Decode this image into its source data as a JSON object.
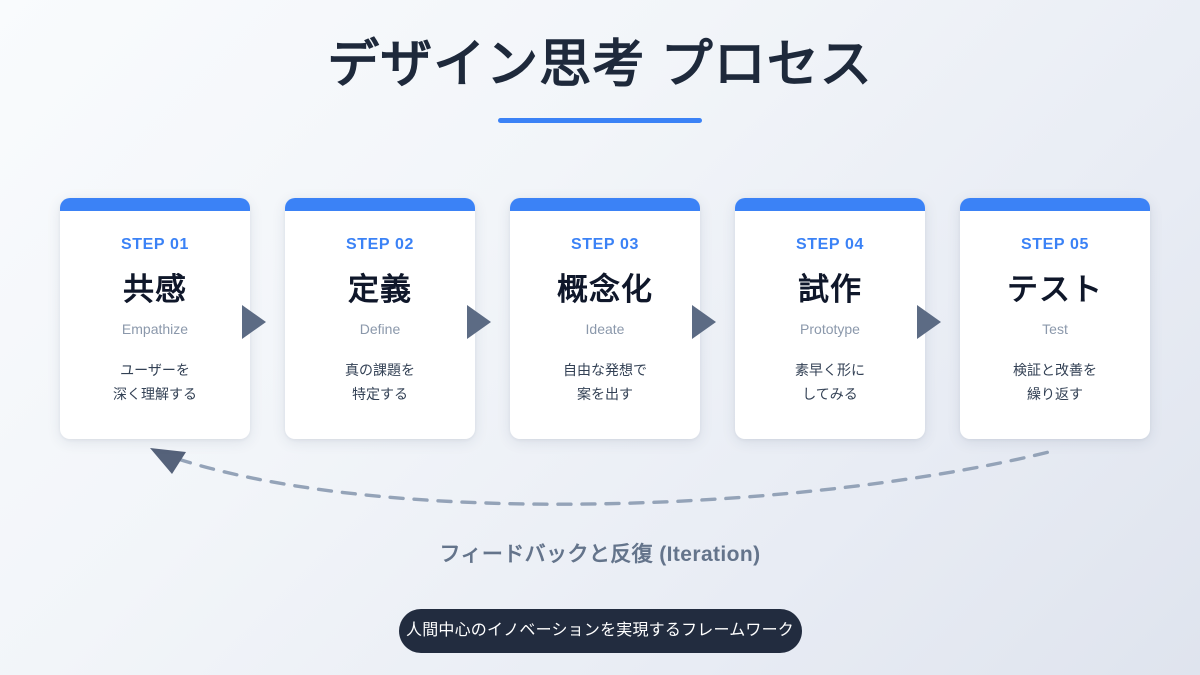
{
  "header": {
    "title": "デザイン思考 プロセス",
    "accent_color": "#3b82f6",
    "title_color": "#1e293b"
  },
  "steps": [
    {
      "step_label": "STEP 01",
      "title_ja": "共感",
      "title_en": "Empathize",
      "description": "ユーザーを\n深く理解する"
    },
    {
      "step_label": "STEP 02",
      "title_ja": "定義",
      "title_en": "Define",
      "description": "真の課題を\n特定する"
    },
    {
      "step_label": "STEP 03",
      "title_ja": "概念化",
      "title_en": "Ideate",
      "description": "自由な発想で\n案を出す"
    },
    {
      "step_label": "STEP 04",
      "title_ja": "試作",
      "title_en": "Prototype",
      "description": "素早く形に\nしてみる"
    },
    {
      "step_label": "STEP 05",
      "title_ja": "テスト",
      "title_en": "Test",
      "description": "検証と改善を\n繰り返す"
    }
  ],
  "feedback": {
    "label": "フィードバックと反復 (Iteration)",
    "line_style": "dashed",
    "line_color": "#94a3b8",
    "arrow_direction": "left"
  },
  "footer": {
    "text": "人間中心のイノベーションを実現するフレームワーク",
    "pill_color": "#222c3f",
    "text_color": "#ffffff"
  },
  "icons": {
    "step_arrow": "triangle-right-icon",
    "loop_arrow": "arrowhead-left-icon"
  }
}
